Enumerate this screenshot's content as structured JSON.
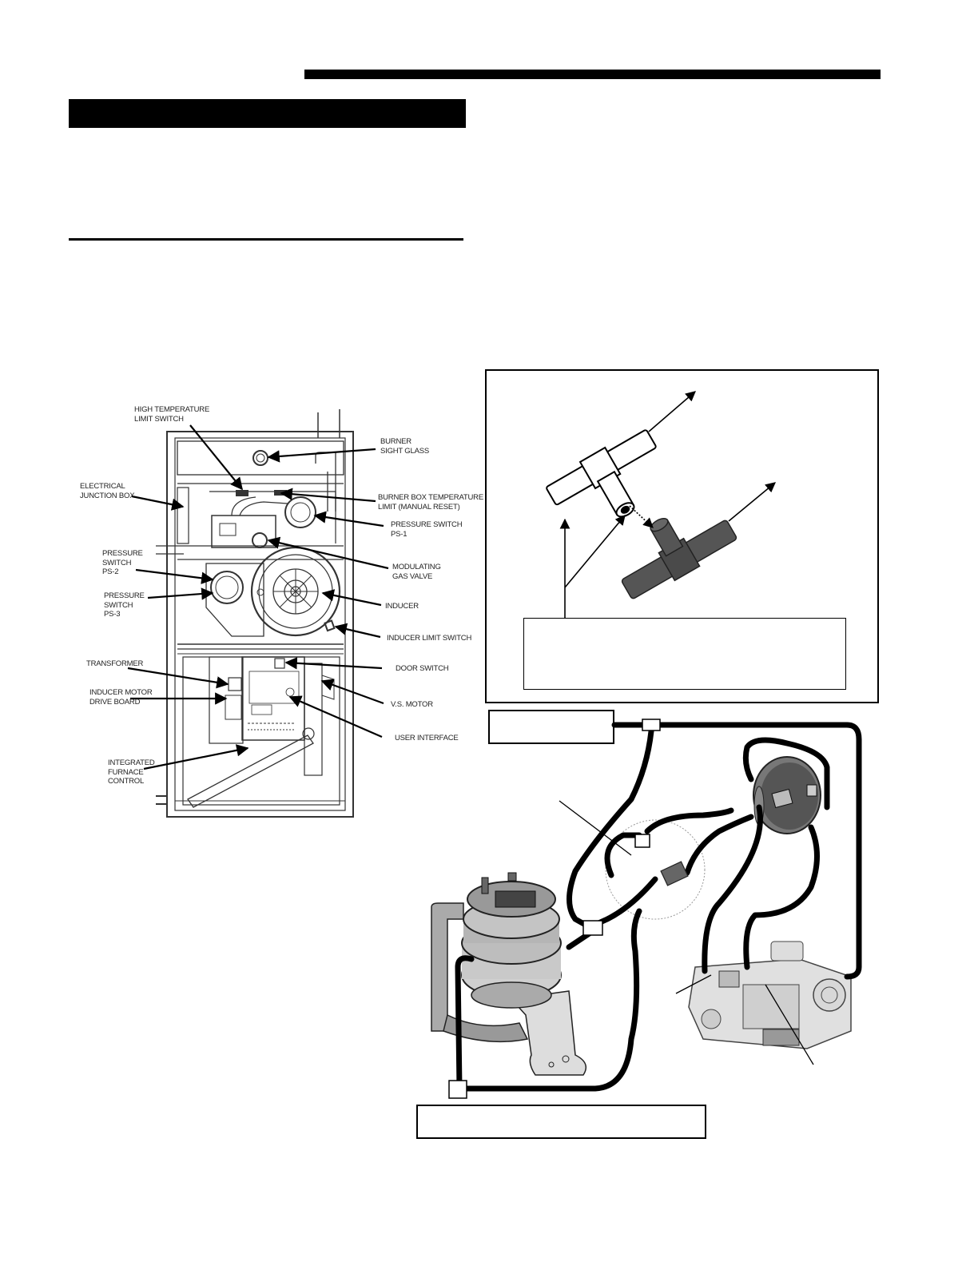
{
  "furnace_labels": {
    "high_temp_limit": "HIGH TEMPERATURE\nLIMIT SWITCH",
    "burner_sight_glass": "BURNER\nSIGHT GLASS",
    "electrical_junction_box": "ELECTRICAL\nJUNCTION BOX",
    "burner_box_temp_limit": "BURNER BOX TEMPERATURE\nLIMIT (MANUAL RESET)",
    "pressure_switch_ps1": "PRESSURE SWITCH\nPS-1",
    "pressure_switch_ps2": "PRESSURE\nSWITCH\nPS-2",
    "modulating_gas_valve": "MODULATING\nGAS VALVE",
    "pressure_switch_ps3": "PRESSURE\nSWITCH\nPS-3",
    "inducer": "INDUCER",
    "inducer_limit_switch": "INDUCER LIMIT SWITCH",
    "transformer": "TRANSFORMER",
    "door_switch": "DOOR SWITCH",
    "inducer_motor_drive_board": "INDUCER MOTOR\nDRIVE BOARD",
    "vs_motor": "V.S. MOTOR",
    "user_interface": "USER INTERFACE",
    "integrated_furnace_control": "INTEGRATED\nFURNACE\nCONTROL"
  },
  "colors": {
    "ink": "#000000",
    "drawing": "#333333",
    "gray_fitting": "#555555",
    "light_gray": "#bbbbbb"
  }
}
